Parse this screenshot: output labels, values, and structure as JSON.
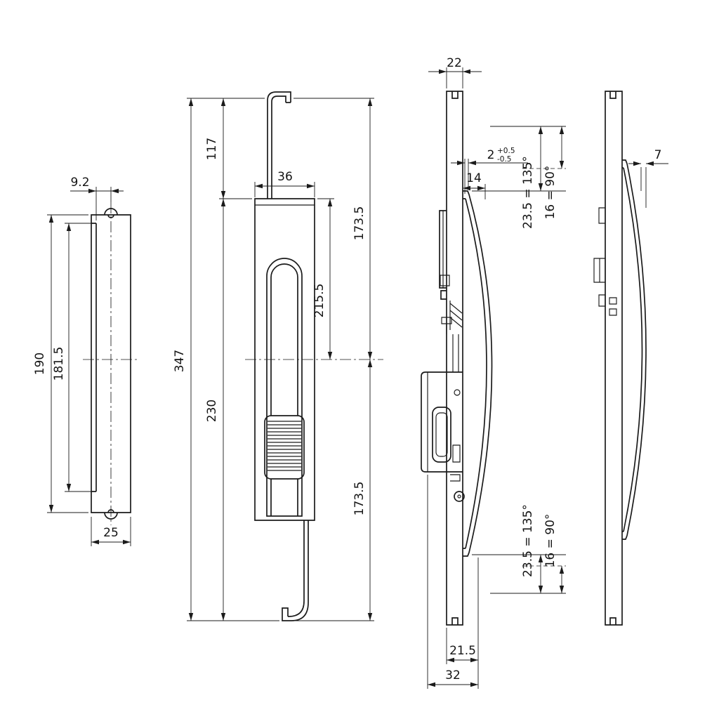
{
  "drawing": {
    "background": "#ffffff",
    "ink": "#1b1b1b",
    "views": {
      "end_plate": "end plate side view",
      "front": "front elevation of flush latch",
      "section": "side section with mechanism",
      "profile": "side profile"
    },
    "dims": {
      "plate_offset": "9.2",
      "plate_outer_height": "190",
      "plate_inner_height": "181.5",
      "plate_width": "25",
      "rod_top_to_body": "117",
      "overall_height": "347",
      "body_width": "36",
      "half_top": "173.5",
      "recess_height": "215.5",
      "body_height": "230",
      "half_bottom": "173.5",
      "channel_width": "22",
      "leaf_thickness": "2",
      "leaf_tol_plus": "+0.5",
      "leaf_tol_minus": "-0.5",
      "leaf_offset": "14",
      "opening_top_135": "23.5 = 135°",
      "opening_top_90": "16 = 90°",
      "opening_bottom_135": "23.5 = 135°",
      "opening_bottom_90": "16 = 90°",
      "section_width_inner": "21.5",
      "section_width_outer": "32",
      "profile_offset": "7"
    }
  }
}
